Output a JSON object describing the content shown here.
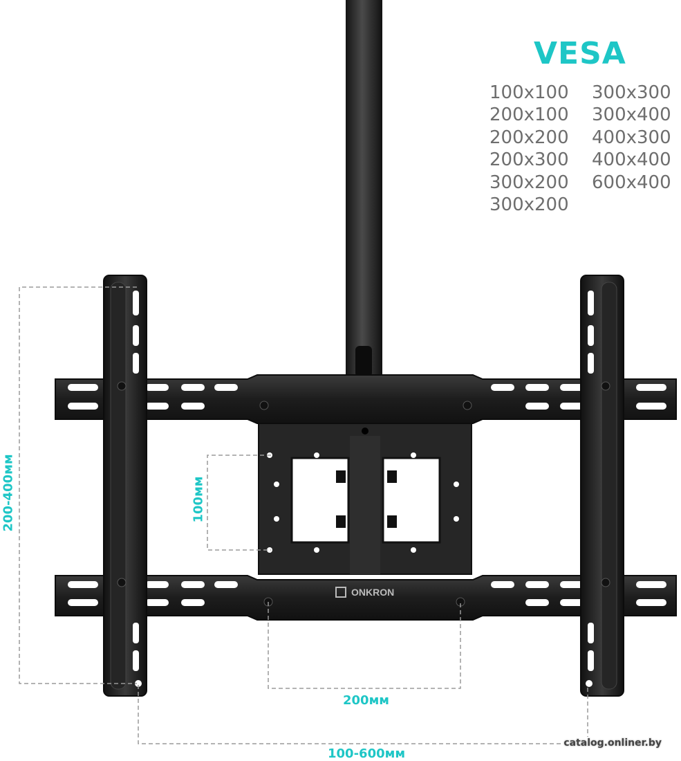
{
  "vesa": {
    "title": "VESA",
    "sizes": [
      "100x100",
      "300x300",
      "200x100",
      "300x400",
      "200x200",
      "400x300",
      "200x300",
      "400x400",
      "300x200",
      "600x400",
      "300x200"
    ]
  },
  "dimensions": {
    "height_range": "200-400мм",
    "plate_height": "100мм",
    "plate_width": "200мм",
    "width_range": "100-600мм"
  },
  "brand": "ONKRON",
  "watermark": "catalog.onliner.by",
  "colors": {
    "accent": "#1ec6c6",
    "metal": "#1e1e1e",
    "metal_light": "#3a3a3a",
    "dash": "#9a9a9a"
  }
}
